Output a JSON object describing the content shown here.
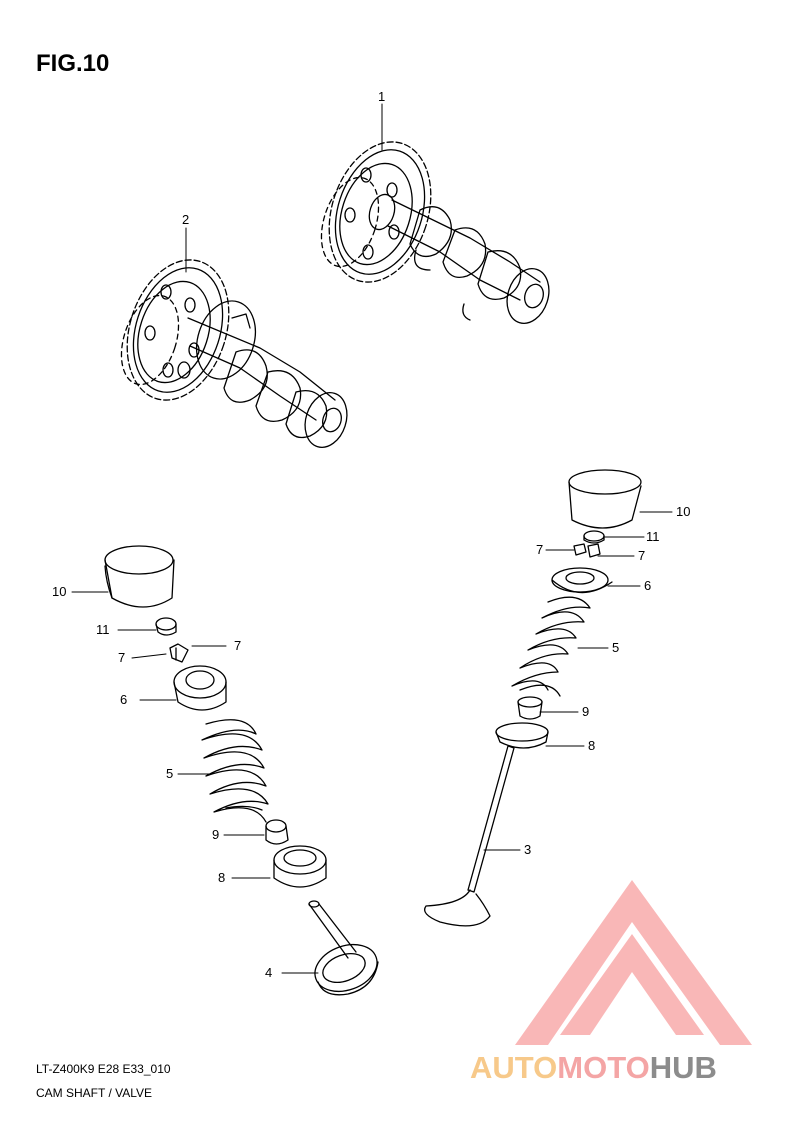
{
  "figure_title": "FIG.10",
  "callouts": {
    "c1": "1",
    "c2": "2",
    "c3": "3",
    "c4": "4",
    "c5a": "5",
    "c5b": "5",
    "c6a": "6",
    "c6b": "6",
    "c7a": "7",
    "c7b": "7",
    "c7c": "7",
    "c7d": "7",
    "c8a": "8",
    "c8b": "8",
    "c9a": "9",
    "c9b": "9",
    "c10a": "10",
    "c10b": "10",
    "c11a": "11",
    "c11b": "11"
  },
  "footer": {
    "model_code": "LT-Z400K9  E28  E33_010",
    "section_name": "CAM SHAFT / VALVE"
  },
  "watermark": {
    "part_auto": "AUTO",
    "part_moto": "MOTO",
    "part_hub": "HUB",
    "color_auto": "#f7c98a",
    "color_moto": "#f4a5a5",
    "color_hub": "#8c8c8c",
    "logo_color": "#f8a0a0"
  }
}
